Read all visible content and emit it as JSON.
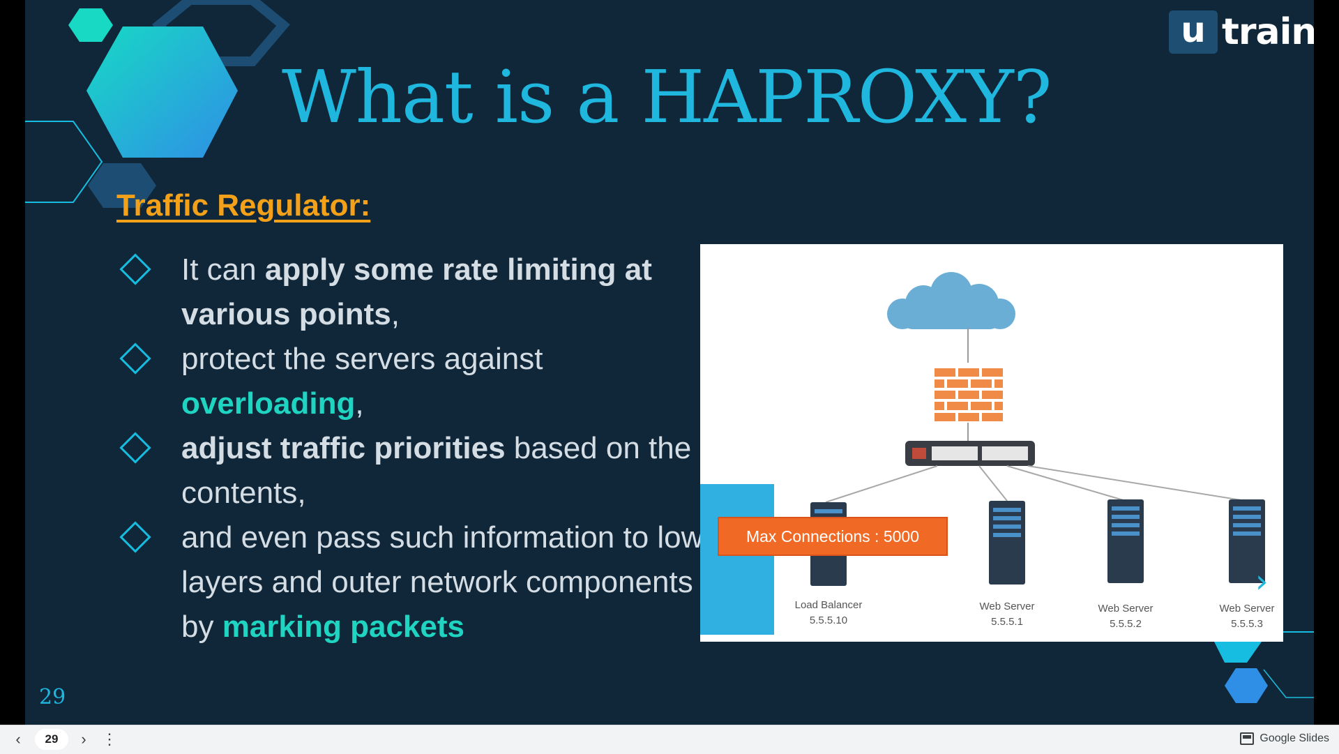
{
  "slide": {
    "logo": {
      "mark": "u",
      "text": "train"
    },
    "title": "What is a HAPROXY?",
    "subtitle": "Traffic Regulator:",
    "bullets": [
      {
        "p1": "It can ",
        "b1": "apply some rate limiting at various points",
        "p2": ","
      },
      {
        "p1": "protect the servers against ",
        "hl1": "overloading",
        "p2": ","
      },
      {
        "b1": "adjust traffic priorities",
        "p1": " based on the contents,"
      },
      {
        "p1": "and even pass such information to lower layers and outer network components by ",
        "hl1": "marking packets"
      }
    ],
    "page_number": "29",
    "diagram": {
      "max_connections_label": "Max Connections : 5000",
      "nodes": [
        {
          "name": "Load Balancer",
          "ip": "5.5.5.10"
        },
        {
          "name": "Web Server",
          "ip": "5.5.5.1"
        },
        {
          "name": "Web Server",
          "ip": "5.5.5.2"
        },
        {
          "name": "Web Server",
          "ip": "5.5.5.3"
        }
      ]
    },
    "colors": {
      "background": "#10273a",
      "accent": "#1fb7de",
      "highlight": "#1fd5c2",
      "subtitle": "#f4a11a"
    }
  },
  "toolbar": {
    "prev_icon": "chevron-left-icon",
    "page_value": "29",
    "next_icon": "chevron-right-icon",
    "menu_icon": "more-vert-icon",
    "brand": "Google Slides"
  }
}
